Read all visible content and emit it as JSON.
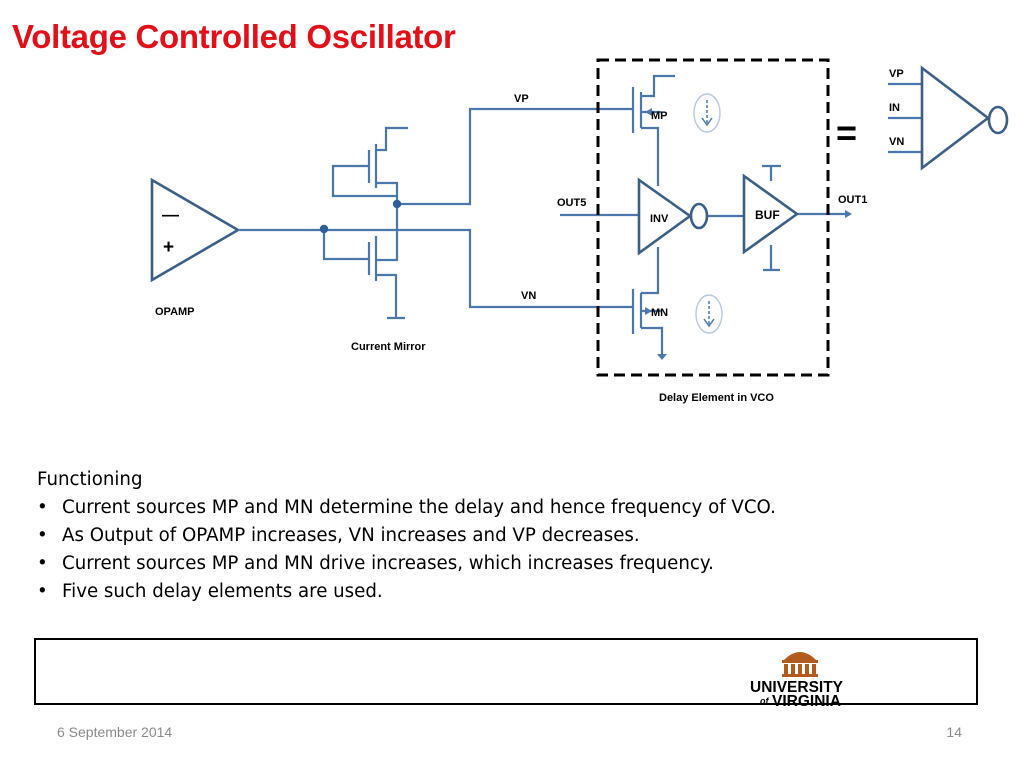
{
  "slide": {
    "title": "Voltage Controlled Oscillator",
    "footer_date": "6 September 2014",
    "page_number": "14"
  },
  "diagram": {
    "labels": {
      "opamp": "OPAMP",
      "opamp_minus": "—",
      "opamp_plus": "+",
      "current_mirror": "Current Mirror",
      "vp": "VP",
      "vn": "VN",
      "mp": "MP",
      "mn": "MN",
      "out5": "OUT5",
      "out1": "OUT1",
      "inv": "INV",
      "buf": "BUF",
      "delay_element": "Delay Element in VCO",
      "equals": "=",
      "sym_vp": "VP",
      "sym_in": "IN",
      "sym_vn": "VN"
    },
    "colors": {
      "wire": "#4a78ad",
      "gate": "#3b5f88",
      "title": "#e3101a"
    }
  },
  "content": {
    "heading": "Functioning",
    "bullets": [
      "Current sources MP and MN determine the delay and hence frequency of VCO.",
      "As Output of OPAMP increases, VN increases and VP decreases.",
      "Current sources MP and MN drive increases, which increases frequency.",
      "Five such delay elements are used."
    ]
  },
  "logo": {
    "line1": "UNIVERSITY",
    "line2": "VIRGINIA",
    "of": "of",
    "color": "#b35a1f",
    "icon": "rotunda-icon"
  }
}
